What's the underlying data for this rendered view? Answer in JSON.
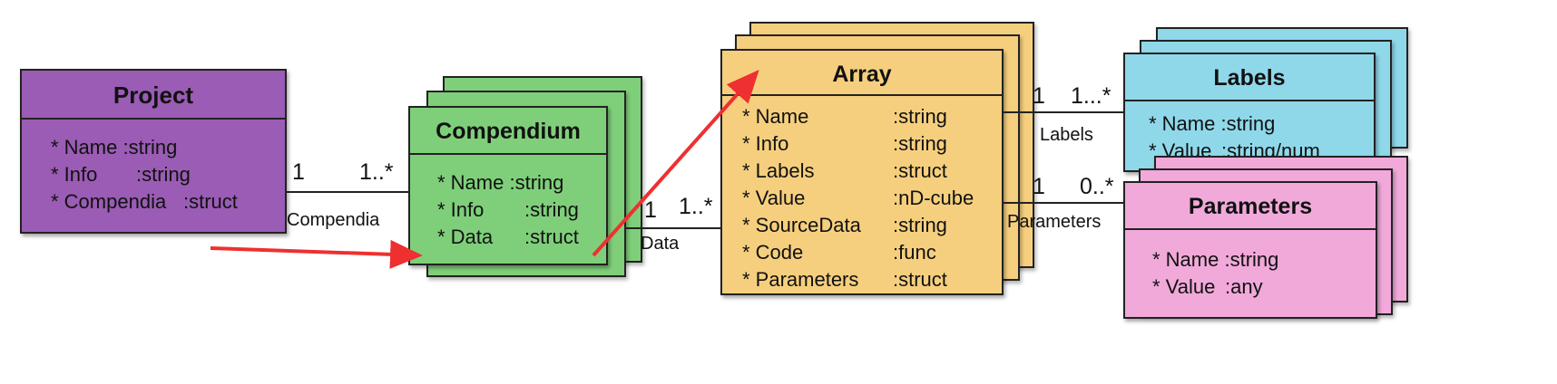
{
  "classes": {
    "project": {
      "title": "Project",
      "attrs": [
        {
          "name": "* Name :string",
          "type": ""
        },
        {
          "name": "* Info",
          "type": ":string"
        },
        {
          "name": "* Compendia",
          "type": ":struct"
        }
      ],
      "color": "#9a5cb4"
    },
    "compendium": {
      "title": "Compendium",
      "attrs": [
        {
          "name": "* Name :string",
          "type": ""
        },
        {
          "name": "* Info",
          "type": ":string"
        },
        {
          "name": "* Data",
          "type": ":struct"
        }
      ],
      "color": "#7fcf7a"
    },
    "array": {
      "title": "Array",
      "attrs": [
        {
          "name": "* Name",
          "type": ":string"
        },
        {
          "name": "* Info",
          "type": ":string"
        },
        {
          "name": "* Labels",
          "type": ":struct"
        },
        {
          "name": "* Value",
          "type": ":nD-cube"
        },
        {
          "name": "* SourceData",
          "type": ":string"
        },
        {
          "name": "* Code",
          "type": ":func"
        },
        {
          "name": "* Parameters",
          "type": ":struct"
        }
      ],
      "color": "#f6cf7e"
    },
    "labels": {
      "title": "Labels",
      "attrs": [
        {
          "name": "* Name :string",
          "type": ""
        },
        {
          "name": "* Value",
          "type": ":string/num"
        }
      ],
      "color": "#8fd8ea"
    },
    "parameters": {
      "title": "Parameters",
      "attrs": [
        {
          "name": "* Name :string",
          "type": ""
        },
        {
          "name": "* Value",
          "type": ":any"
        }
      ],
      "color": "#f1a9da"
    }
  },
  "associations": {
    "project_compendium": {
      "left_mult": "1",
      "right_mult": "1..*",
      "role": "Compendia"
    },
    "compendium_array": {
      "left_mult": "1",
      "right_mult": "1..*",
      "role": "Data"
    },
    "array_labels": {
      "left_mult": "1",
      "right_mult": "1...*",
      "role": "Labels"
    },
    "array_parameters": {
      "left_mult": "1",
      "right_mult": "0..*",
      "role": "Parameters"
    }
  },
  "arrow_color": "#ee3030"
}
